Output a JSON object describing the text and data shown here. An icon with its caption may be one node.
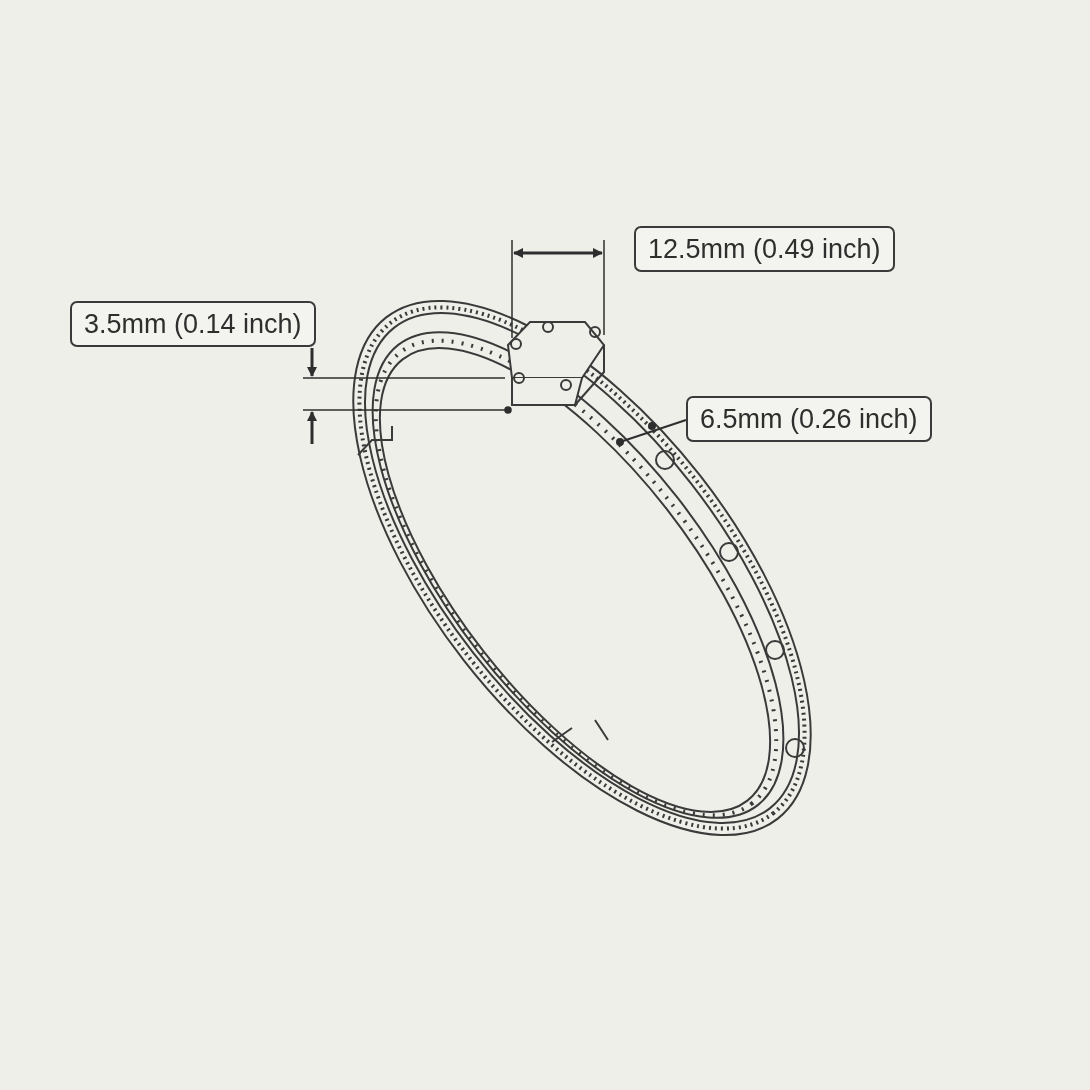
{
  "diagram": {
    "labels": [
      "12.5mm (0.49 inch)",
      "3.5mm (0.14 inch)",
      "6.5mm (0.26 inch)"
    ]
  }
}
